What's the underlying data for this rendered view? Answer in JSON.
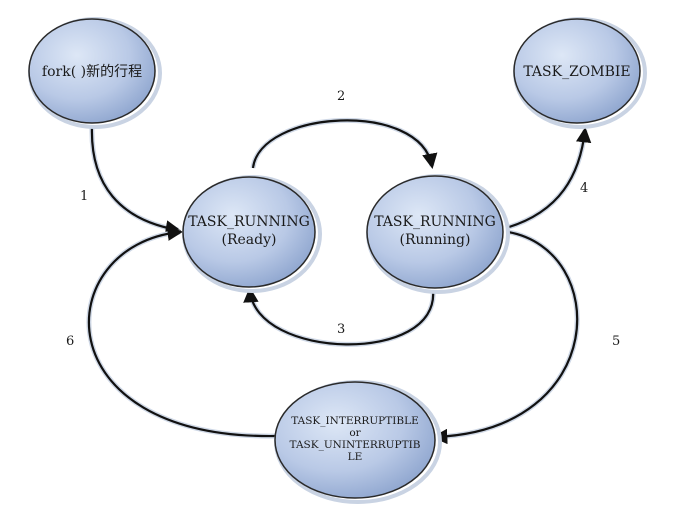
{
  "states": {
    "fork_new": {
      "label": "fork( )新的行程"
    },
    "ready": {
      "line1": "TASK_RUNNING",
      "line2": "(Ready)"
    },
    "running": {
      "line1": "TASK_RUNNING",
      "line2": "(Running)"
    },
    "zombie": {
      "label": "TASK_ZOMBIE"
    },
    "waiting": {
      "line1": "TASK_INTERRUPTIBLE",
      "line2": "or",
      "line3": "TASK_UNINTERRUPTIB",
      "line4": "LE"
    }
  },
  "transitions": [
    {
      "id": "1",
      "label": "1",
      "from": "fork( )新的行程",
      "to": "TASK_RUNNING (Ready)"
    },
    {
      "id": "2",
      "label": "2",
      "from": "TASK_RUNNING (Ready)",
      "to": "TASK_RUNNING (Running)"
    },
    {
      "id": "3",
      "label": "3",
      "from": "TASK_RUNNING (Running)",
      "to": "TASK_RUNNING (Ready)"
    },
    {
      "id": "4",
      "label": "4",
      "from": "TASK_RUNNING (Running)",
      "to": "TASK_ZOMBIE"
    },
    {
      "id": "5",
      "label": "5",
      "from": "TASK_RUNNING (Running)",
      "to": "TASK_INTERRUPTIBLE or TASK_UNINTERRUPTIBLE"
    },
    {
      "id": "6",
      "label": "6",
      "from": "TASK_INTERRUPTIBLE or TASK_UNINTERRUPTIBLE",
      "to": "TASK_RUNNING (Ready)"
    }
  ],
  "colors": {
    "node_fill": "#b9c9e6",
    "node_stroke": "#2a2a2a",
    "edge": "#111111"
  }
}
